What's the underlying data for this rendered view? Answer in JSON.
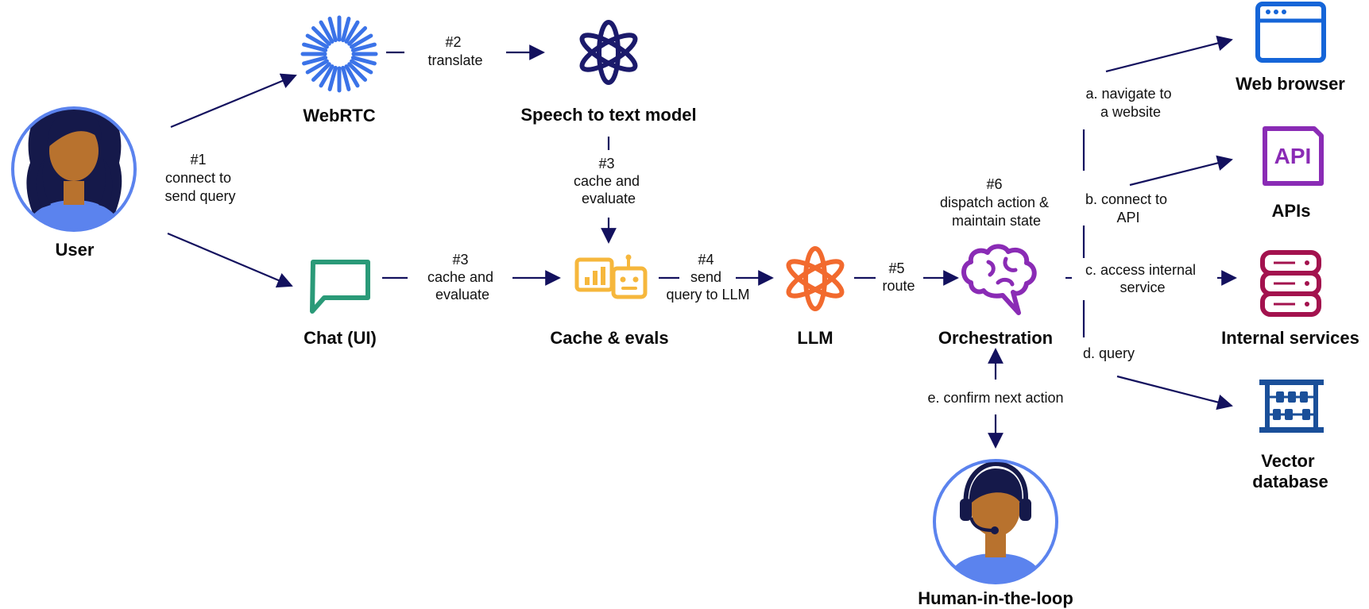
{
  "nodes": {
    "user": "User",
    "webrtc": "WebRTC",
    "stt": "Speech to text model",
    "chat": "Chat (UI)",
    "cache": "Cache & evals",
    "llm": "LLM",
    "orch": "Orchestration",
    "hitl": "Human-in-the-loop",
    "browser": "Web browser",
    "apis": "APIs",
    "internal": "Internal services",
    "vector": [
      "Vector",
      "database"
    ]
  },
  "steps": {
    "s1": [
      "#1",
      "connect to",
      "send query"
    ],
    "s2": [
      "#2",
      "translate"
    ],
    "s3_top": [
      "#3",
      "cache and",
      "evaluate"
    ],
    "s3_left": [
      "#3",
      "cache and",
      "evaluate"
    ],
    "s4": [
      "#4",
      "send",
      "query to LLM"
    ],
    "s5": [
      "#5",
      "route"
    ],
    "s6": [
      "#6",
      "dispatch action &",
      "maintain state"
    ],
    "a": [
      "a. navigate to",
      "a website"
    ],
    "b": [
      "b. connect to",
      "API"
    ],
    "c": [
      "c. access internal",
      "service"
    ],
    "d": [
      "d. query"
    ],
    "e": [
      "e. confirm next action"
    ]
  },
  "icons": {
    "api_text": "API"
  },
  "colors": {
    "line": "#13115e",
    "webrtc": "#3b73e8",
    "stt": "#1b1a6b",
    "chat": "#2a9a78",
    "cache": "#f6b73c",
    "llm": "#f26a2e",
    "orch": "#8a2bb5",
    "browser": "#1565d8",
    "api": "#8a2bb5",
    "internal": "#a3124e",
    "vector": "#1a4f99",
    "avatar_ring": "#5b83ee",
    "skin": "#b8722e",
    "hair": "#15194a",
    "shirt": "#5b83ee"
  }
}
